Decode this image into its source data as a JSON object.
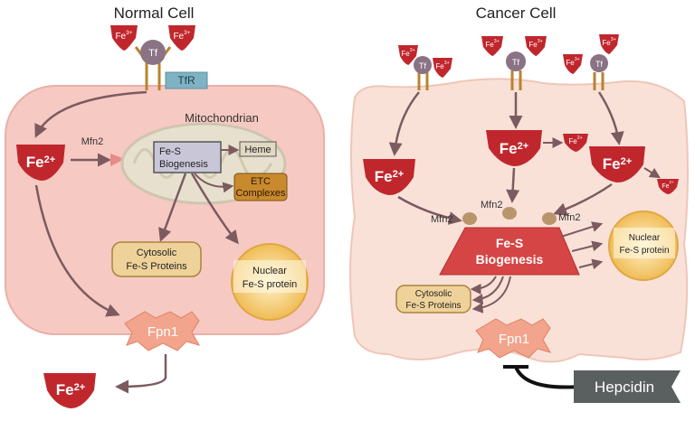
{
  "normal": {
    "title": "Normal Cell",
    "fe3_left": "Fe3+",
    "fe3_right": "Fe3+",
    "tf": "Tf",
    "tfr": "TfR",
    "mitochondrian": "Mitochondrian",
    "fe2_main": "Fe2+",
    "mfn2": "Mfn2",
    "fes_line1": "Fe-S",
    "fes_line2": "Biogenesis",
    "heme": "Heme",
    "etc_line1": "ETC",
    "etc_line2": "Complexes",
    "cyto_line1": "Cytosolic",
    "cyto_line2": "Fe-S Proteins",
    "nuclear_line1": "Nuclear",
    "nuclear_line2": "Fe-S protein",
    "fpn1": "Fpn1",
    "fe2_out": "Fe2+"
  },
  "cancer": {
    "title": "Cancer Cell",
    "fe3": "Fe3+",
    "tf": "Tf",
    "fe2_left": "Fe2+",
    "fe2_mid": "Fe2+",
    "fe2_right": "Fe2+",
    "fe2_small_mid": "Fe2+",
    "fe2_small_right": "Fe2+",
    "mfn2_top": "Mfn2",
    "mfn2_left": "Mfn2",
    "mfn2_right": "Mfn2",
    "fes_line1": "Fe-S",
    "fes_line2": "Biogenesis",
    "nuclear_line1": "Nuclear",
    "nuclear_line2": "Fe-S protein",
    "cyto_line1": "Cytosolic",
    "cyto_line2": "Fe-S Proteins",
    "fpn1": "Fpn1",
    "hepcidin": "Hepcidin"
  },
  "colors": {
    "cell_fill": "#f6c9c2",
    "cancer_fill": "#f9e1d8",
    "fe_red": "#c0272d",
    "tf_purple": "#8a7384",
    "tfr_blue": "#7fb3c4",
    "mito_fill": "#e7e0cf",
    "fes_box": "#c9c6d8",
    "etc_orange": "#c98a2e",
    "cyto_fill": "#efd29a",
    "nuclear_fill": "#f2c66d",
    "fpn_fill": "#f2a48c",
    "hepcidin_fill": "#5a5f60",
    "arrow": "#7b5b60",
    "mfn_brown": "#b8956b"
  }
}
